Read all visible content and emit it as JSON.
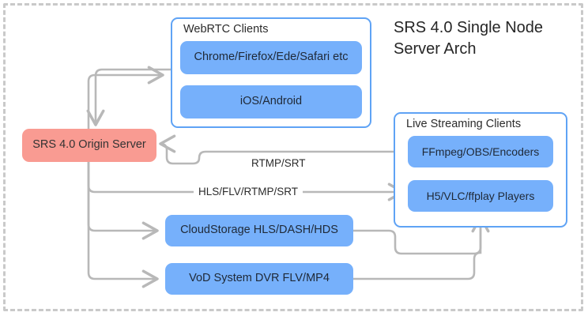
{
  "diagram": {
    "title": "SRS 4.0 Single Node\nServer Arch",
    "colors": {
      "node_blue": "#76b0fb",
      "node_red": "#f99b92",
      "group_border": "#5fa3f5",
      "connector": "#b8b8b8",
      "frame_dashed": "#c9c9c9",
      "text": "#262626"
    },
    "groups": [
      {
        "id": "webrtc-clients",
        "title": "WebRTC Clients"
      },
      {
        "id": "live-streaming-clients",
        "title": "Live Streaming Clients"
      }
    ],
    "nodes": [
      {
        "id": "origin-server",
        "label": "SRS 4.0 Origin Server",
        "color": "#f99b92"
      },
      {
        "id": "browsers",
        "label": "Chrome/Firefox/Ede/Safari etc",
        "color": "#76b0fb"
      },
      {
        "id": "mobile",
        "label": "iOS/Android",
        "color": "#76b0fb"
      },
      {
        "id": "encoders",
        "label": "FFmpeg/OBS/Encoders",
        "color": "#76b0fb"
      },
      {
        "id": "players",
        "label": "H5/VLC/ffplay Players",
        "color": "#76b0fb"
      },
      {
        "id": "cloud-storage",
        "label": "CloudStorage HLS/DASH/HDS",
        "color": "#76b0fb"
      },
      {
        "id": "vod-system",
        "label": "VoD System DVR FLV/MP4",
        "color": "#76b0fb"
      }
    ],
    "edges": [
      {
        "id": "encoders-to-origin",
        "label": "RTMP/SRT",
        "from": "encoders",
        "to": "origin-server"
      },
      {
        "id": "origin-to-players",
        "label": "HLS/FLV/RTMP/SRT",
        "from": "origin-server",
        "to": "players"
      }
    ]
  }
}
